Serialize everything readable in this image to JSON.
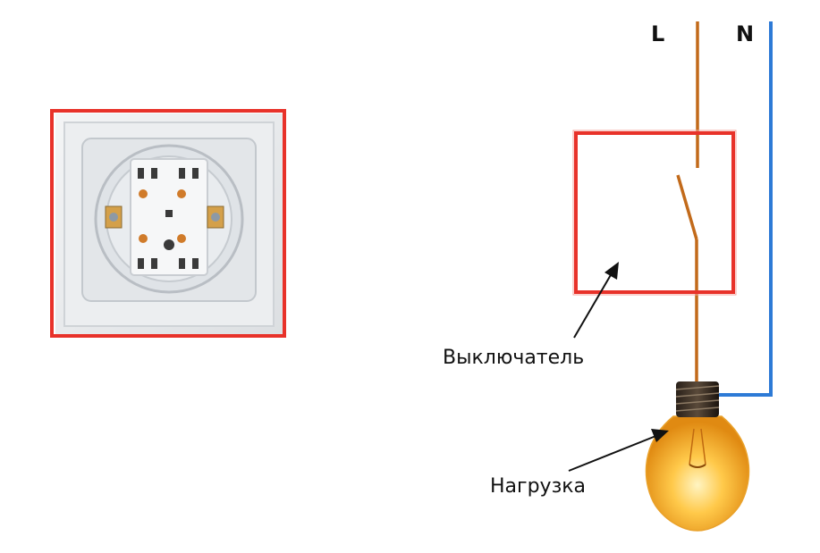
{
  "labels": {
    "line": "L",
    "neutral": "N",
    "switch": "Выключатель",
    "load": "Нагрузка"
  },
  "colors": {
    "frame": "#e8322a",
    "line_wire": "#c26a1a",
    "neutral_wire": "#2d7ad6",
    "arrow": "#111111",
    "bulb_glow": "#f7b733",
    "bulb_base": "#2a211a"
  },
  "icons": {
    "photo": "light-switch-mechanism-photo",
    "bulb": "light-bulb-icon",
    "switch": "switch-symbol"
  }
}
